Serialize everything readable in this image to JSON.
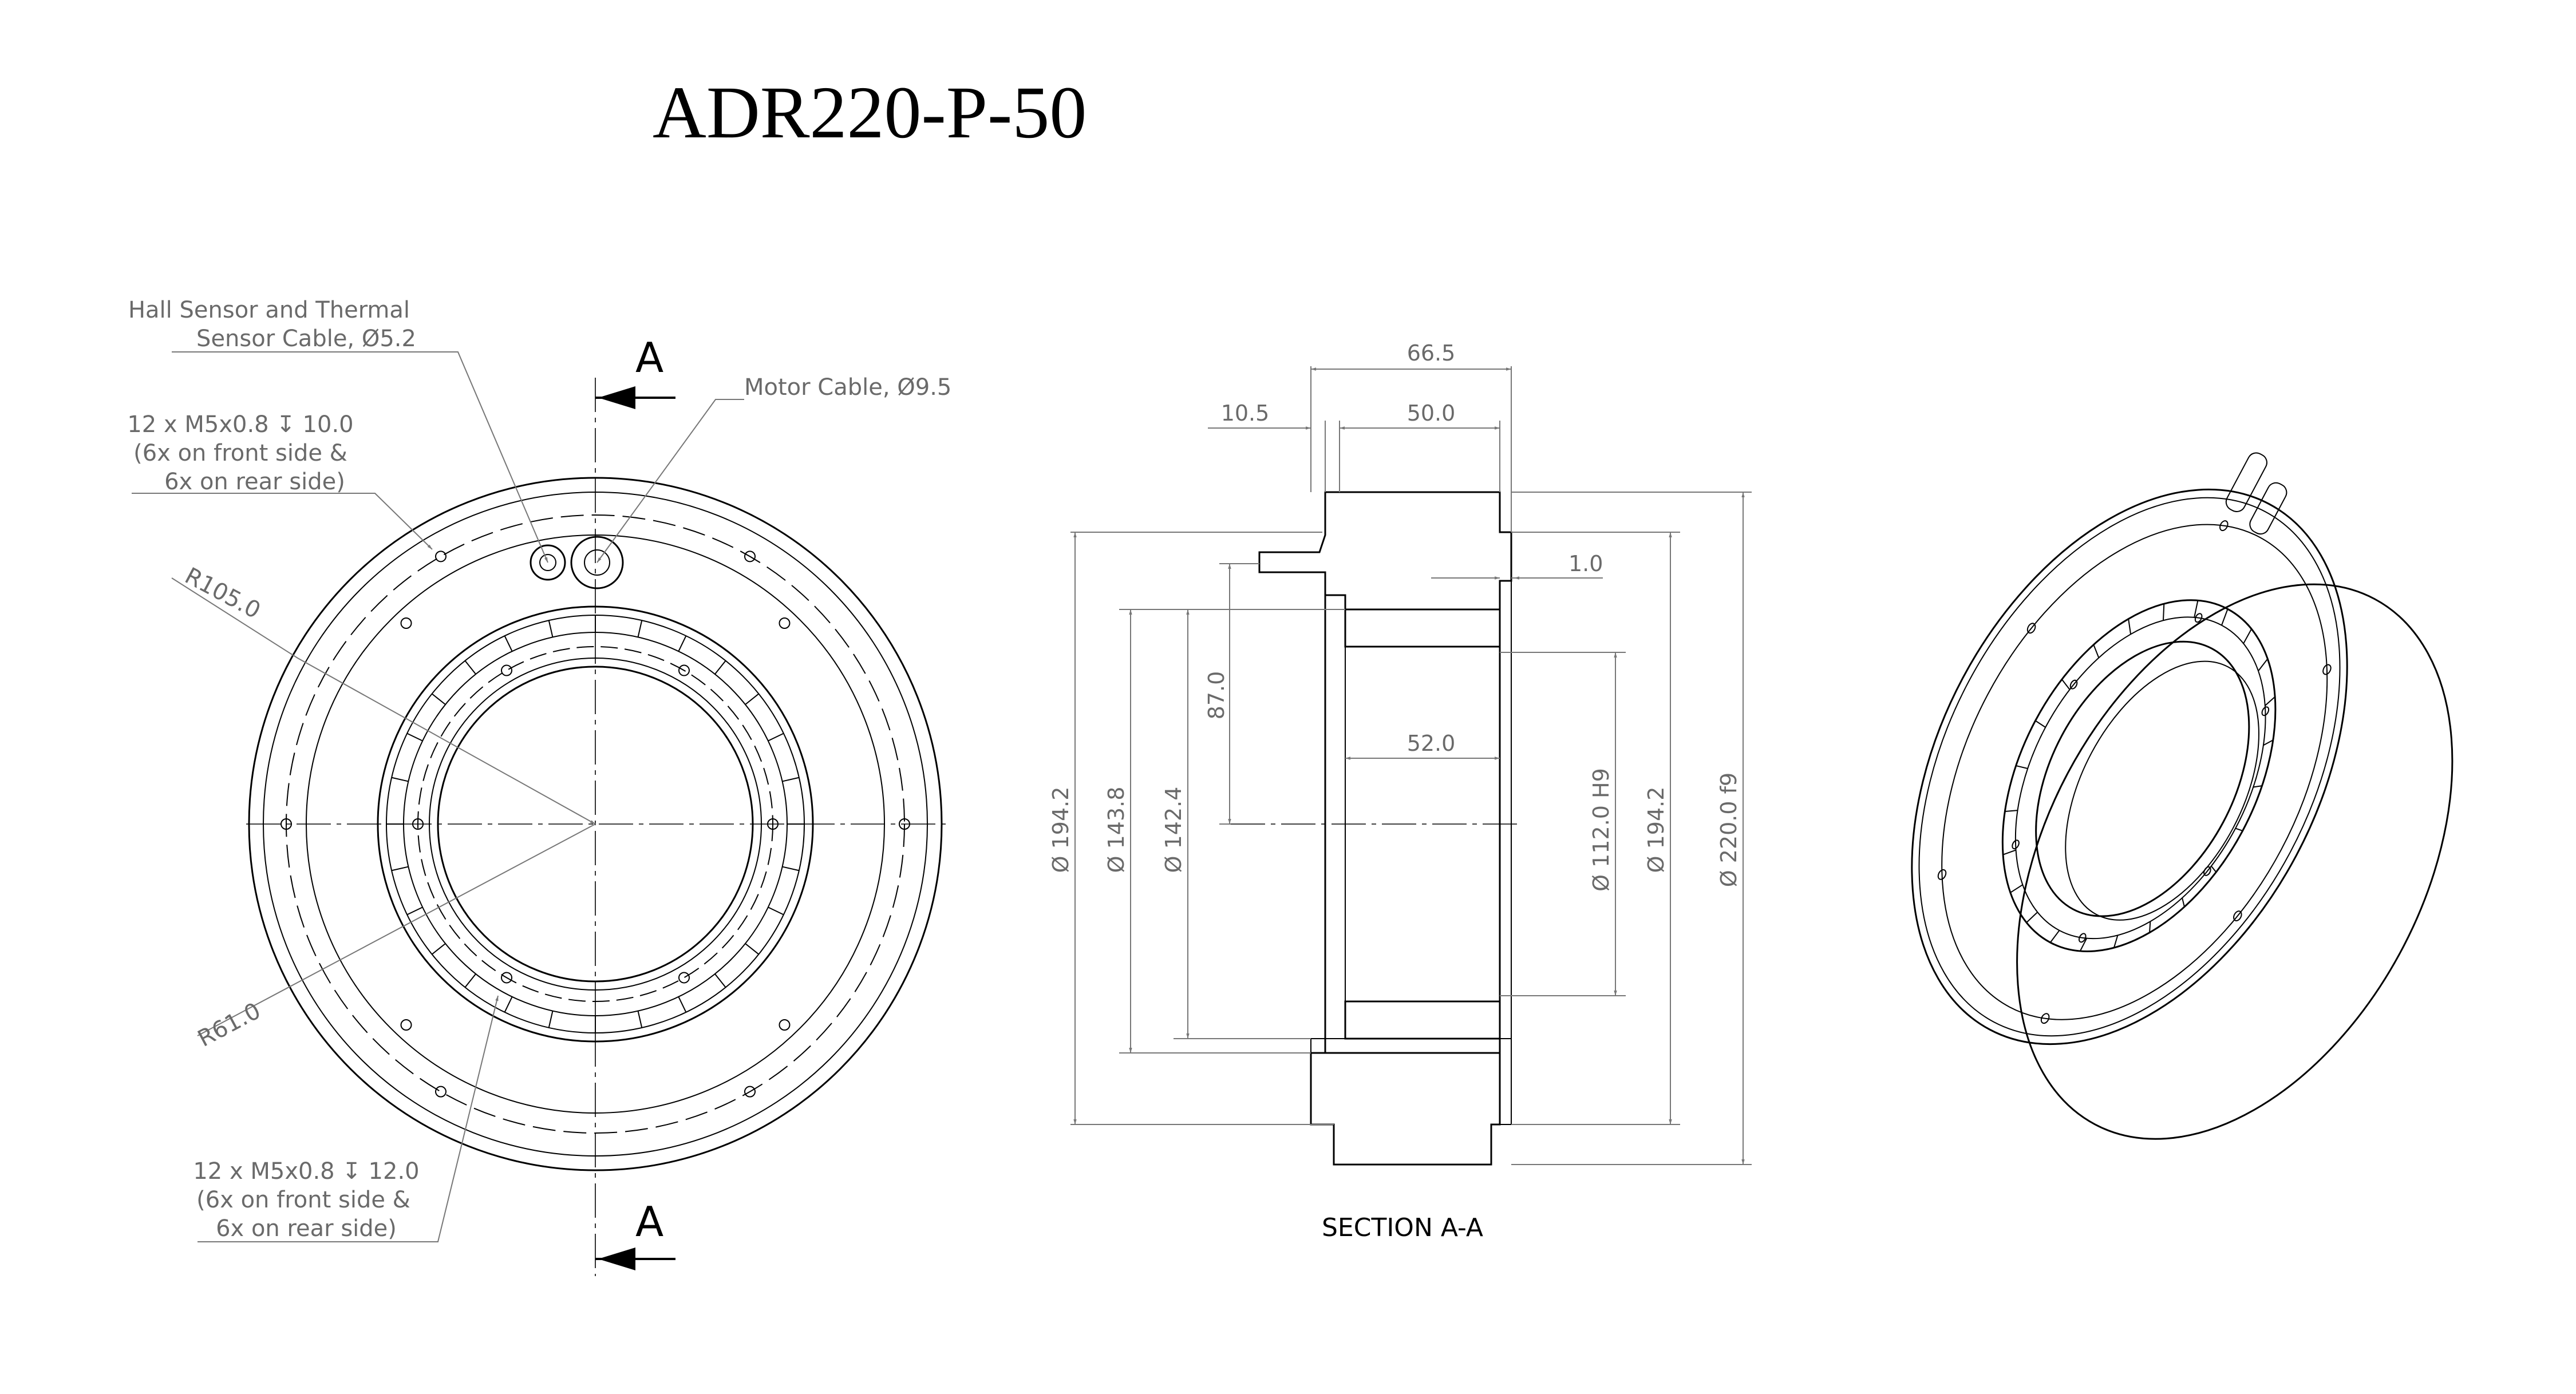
{
  "title": "ADR220-P-50",
  "front_view": {
    "section_marker_letter": "A",
    "callouts": {
      "hall_sensor_line1": "Hall Sensor and Thermal",
      "hall_sensor_line2": "Sensor Cable, Ø5.2",
      "motor_cable": "Motor Cable, Ø9.5",
      "front_holes_line1": "12 x M5x0.8 ↧ 10.0",
      "front_holes_line2": "(6x on front side &",
      "front_holes_line3": "6x on rear side)",
      "rear_holes_line1": "12 x M5x0.8 ↧ 12.0",
      "rear_holes_line2": "(6x on front side &",
      "rear_holes_line3": "6x on rear side)",
      "radius_outer": "R105.0",
      "radius_inner": "R61.0"
    }
  },
  "section_view": {
    "caption": "SECTION A-A",
    "dimensions": {
      "width_total": "66.5",
      "shaft_offset": "10.5",
      "width_body": "50.0",
      "width_inner": "52.0",
      "gap": "1.0",
      "height_87": "87.0",
      "dia_194_left": "Ø 194.2",
      "dia_143": "Ø 143.8",
      "dia_142": "Ø 142.4",
      "dia_112": "Ø 112.0 H9",
      "dia_194_right": "Ø 194.2",
      "dia_220": "Ø 220.0 f9"
    }
  }
}
